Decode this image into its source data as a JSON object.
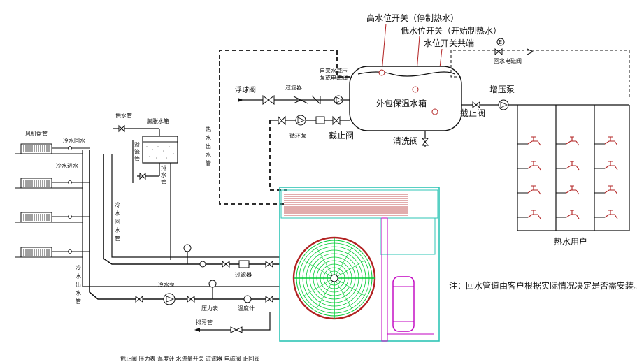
{
  "labels": {
    "high_level_switch": "高水位开关（停制热水）",
    "low_level_switch": "低水位开关（开始制热水）",
    "common_switch": "水位开关共端",
    "return_valve": "回水电磁阀",
    "tap_valve": "自来水减压\n泵或电磁阀",
    "filter_top": "过滤器",
    "float_valve": "浮球阀",
    "tank": "外包保温水箱",
    "booster_pump": "增压泵",
    "stop_valve_right": "截止阀",
    "circ_pump": "循环泵",
    "stop_valve_mid": "截止阀",
    "drain_valve": "清洗阀",
    "supply_pipe": "供水管",
    "expansion_tank": "膨胀水箱",
    "overflow_pipe": "溢流管",
    "drain_pipe": "排水管",
    "hot_water_outlet": "热水出水管",
    "fan_coil": "风机盘管",
    "hot_return_label": "冷水回水",
    "hot_out_label": "冷水进水",
    "cold_return_pipe": "冷水回水管",
    "cold_out_pipe": "冷水出水管",
    "filter_bottom": "过滤器",
    "chill_pump": "冷水泵",
    "pressure_gauge": "压力表",
    "thermometer": "温度计",
    "drain_valve_bottom": "排污管",
    "hot_users": "热水用户",
    "note": "注：回水管道由客户根据实际情况决定是否需安装。",
    "legend_text": "截止阀   压力表   温度计   水流量开关   过滤器   电磁阀   止回阀"
  },
  "colors": {
    "line": "#111111",
    "unit_frame": "#2ec4b6",
    "coil": "#b22222",
    "fan": "#00cc33",
    "compressor": "#c000c0",
    "tap": "#b22222"
  }
}
